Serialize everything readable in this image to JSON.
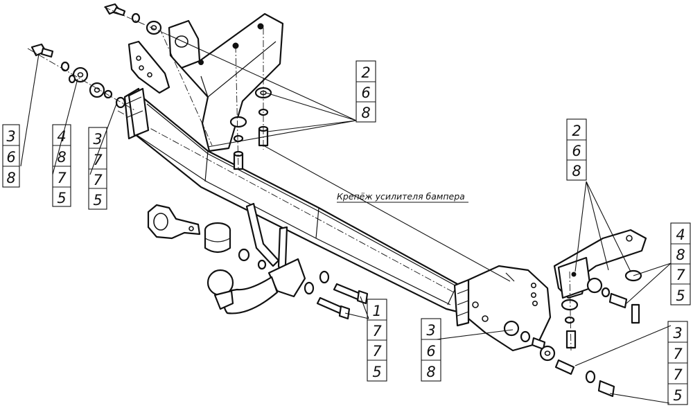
{
  "callouts": [
    {
      "id": "left-outer",
      "numbers": [
        "3",
        "6",
        "8"
      ]
    },
    {
      "id": "left-mid",
      "numbers": [
        "4",
        "8",
        "7",
        "5"
      ]
    },
    {
      "id": "left-inner",
      "numbers": [
        "3",
        "7",
        "7",
        "5"
      ]
    },
    {
      "id": "top-center",
      "numbers": [
        "2",
        "6",
        "8"
      ]
    },
    {
      "id": "right-upper",
      "numbers": [
        "2",
        "6",
        "8"
      ]
    },
    {
      "id": "right-mid",
      "numbers": [
        "4",
        "8",
        "7",
        "5"
      ]
    },
    {
      "id": "right-lower",
      "numbers": [
        "3",
        "7",
        "7",
        "5"
      ]
    },
    {
      "id": "bottom-center",
      "numbers": [
        "1",
        "7",
        "7",
        "5"
      ]
    },
    {
      "id": "bottom-right-plate",
      "numbers": [
        "3",
        "6",
        "8"
      ]
    }
  ],
  "note_label": "Крепёж усилителя бампера",
  "icons": [
    "bolt-icon",
    "washer-icon",
    "nut-icon",
    "bracket-icon",
    "tow-ball-icon",
    "socket-bracket-icon",
    "ball-cap-icon"
  ]
}
